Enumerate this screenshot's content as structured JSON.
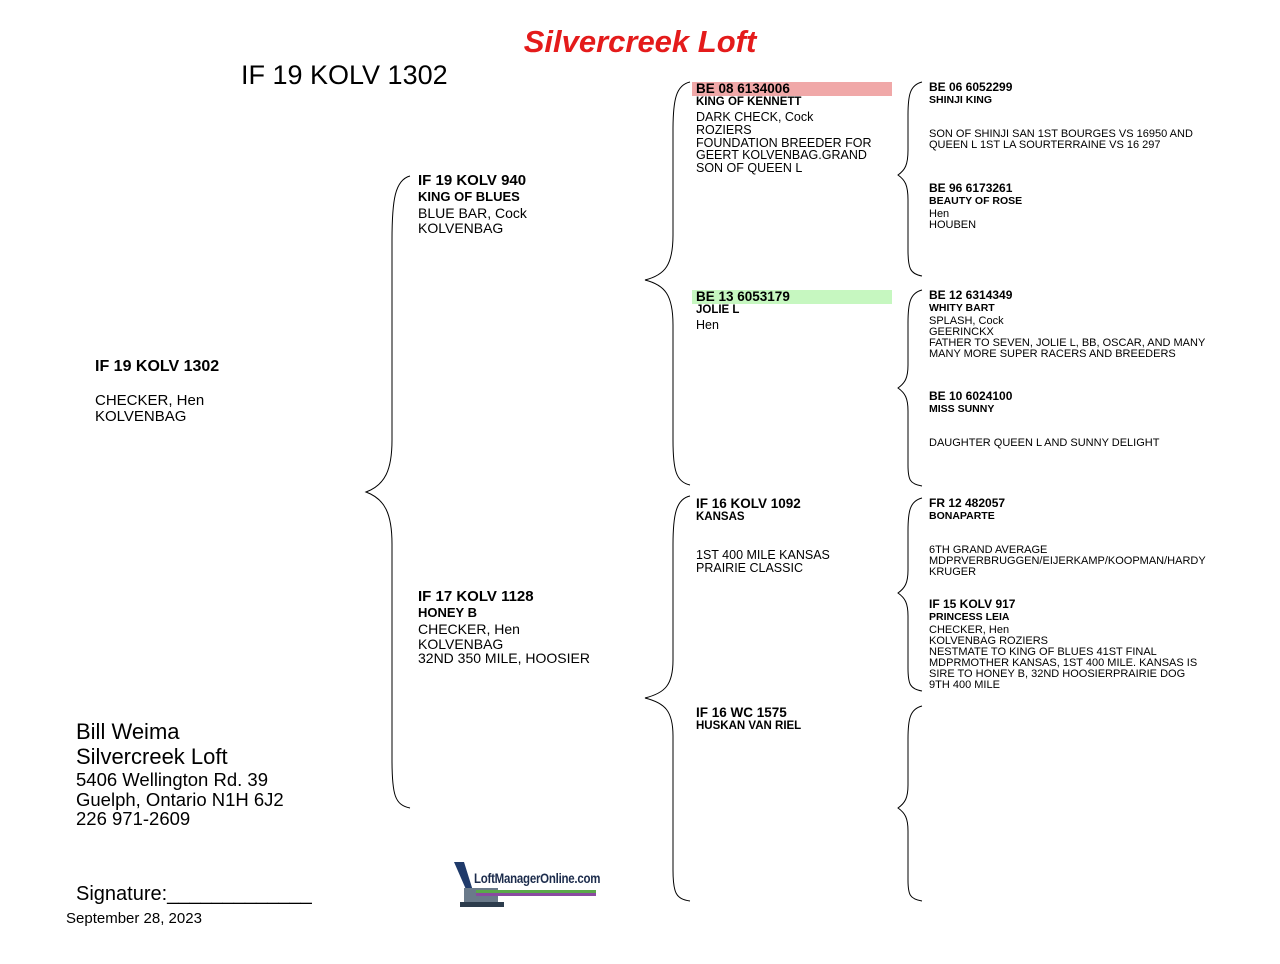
{
  "header": {
    "loft_title": "Silvercreek Loft",
    "pedigree_title": "IF 19 KOLV 1302"
  },
  "subject": {
    "band": "IF 19 KOLV 1302",
    "details": [
      "CHECKER, Hen",
      "KOLVENBAG"
    ]
  },
  "sire": {
    "band": "IF 19 KOLV 940",
    "name": "KING OF BLUES",
    "details": [
      "BLUE BAR, Cock",
      "KOLVENBAG"
    ]
  },
  "dam": {
    "band": "IF 17 KOLV 1128",
    "name": "HONEY B",
    "details": [
      "CHECKER, Hen",
      "KOLVENBAG",
      "32ND 350 MILE, HOOSIER"
    ]
  },
  "grandparents": [
    {
      "band": "BE 08 6134006",
      "name": "KING OF KENNETT",
      "highlight": "#f0a8a8",
      "details": [
        "DARK CHECK, Cock",
        "ROZIERS",
        "FOUNDATION BREEDER FOR",
        "GEERT KOLVENBAG.GRAND",
        "SON OF QUEEN L"
      ]
    },
    {
      "band": "BE 13 6053179",
      "name": "JOLIE L",
      "highlight": "#c6f7c0",
      "details": [
        "Hen"
      ]
    },
    {
      "band": "IF 16 KOLV 1092",
      "name": "KANSAS",
      "highlight": "",
      "details": [
        "1ST 400 MILE KANSAS",
        "PRAIRIE CLASSIC"
      ]
    },
    {
      "band": "IF 16 WC 1575",
      "name": "HUSKAN VAN RIEL",
      "highlight": "",
      "details": []
    }
  ],
  "great_grandparents": [
    {
      "band": "BE 06 6052299",
      "name": "SHINJI KING",
      "details": [
        "SON OF SHINJI SAN 1ST BOURGES VS 16950 AND",
        "QUEEN L 1ST LA SOURTERRAINE VS 16 297"
      ]
    },
    {
      "band": "BE 96 6173261",
      "name": "BEAUTY OF ROSE",
      "details": [
        "Hen",
        "HOUBEN"
      ]
    },
    {
      "band": "BE 12 6314349",
      "name": "WHITY BART",
      "details": [
        "SPLASH, Cock",
        "GEERINCKX",
        "FATHER TO SEVEN, JOLIE L, BB, OSCAR, AND MANY",
        "MANY MORE SUPER RACERS AND BREEDERS"
      ]
    },
    {
      "band": "BE 10 6024100",
      "name": "MISS SUNNY",
      "details": [
        "DAUGHTER QUEEN L AND SUNNY DELIGHT"
      ]
    },
    {
      "band": "FR 12 482057",
      "name": "BONAPARTE",
      "details": [
        "6TH GRAND AVERAGE",
        "MDPRVERBRUGGEN/EIJERKAMP/KOOPMAN/HARDY",
        "KRUGER"
      ]
    },
    {
      "band": "IF 15 KOLV 917",
      "name": "PRINCESS LEIA",
      "details": [
        "CHECKER, Hen",
        "KOLVENBAG ROZIERS",
        "NESTMATE TO KING OF BLUES 41ST FINAL",
        "MDPRMOTHER KANSAS, 1ST 400 MILE. KANSAS IS",
        "SIRE TO HONEY B, 32ND HOOSIERPRAIRIE DOG",
        "9TH 400 MILE"
      ]
    }
  ],
  "owner": {
    "name": "Bill Weima",
    "loft": "Silvercreek Loft",
    "address": "5406 Wellington Rd. 39",
    "city": "Guelph, Ontario N1H 6J2",
    "phone": "226 971-2609"
  },
  "footer": {
    "signature": "Signature:_____________",
    "date": "September 28, 2023",
    "logo_text": "LoftManagerOnline.com"
  },
  "colors": {
    "title": "#e41b1b",
    "brace": "#000000"
  }
}
